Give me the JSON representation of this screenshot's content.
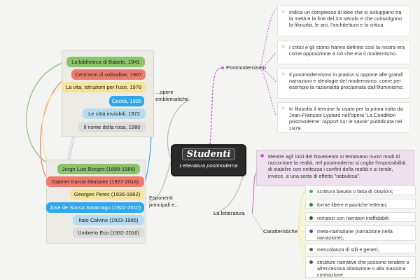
{
  "central": {
    "title": "Studenti",
    "subtitle": "Letteratura postmoderna"
  },
  "postmodernismo": {
    "label": "Postmodernismo",
    "cards": [
      "Indica un complesso di idee che si sviluppano tra la metà e la fine del XX secolo e che coinvolgono la filosofia, le arti, l'architettura e la critica.",
      "I critici e gli storici hanno definito così la nostra era come opposizione a ciò che era il modernismo.",
      "Il postmodernismo in pratica si oppone alle grandi narrazioni e ideologie del modernismo, come per esempio la razionalità proclamata dall'Illuminismo.",
      "In filosofia il termine fu usato per la prima volta da Jean-François Lyotard nell'opera 'La Condition postmoderne: rapport sur le savoir' pubblicata nel 1979."
    ]
  },
  "opere": {
    "label": "...opere emblematiche",
    "items": [
      {
        "text": "La biblioteca di Babele, 1941",
        "color": "#8cc46a"
      },
      {
        "text": "Cent'anni di solitudine, 1967",
        "color": "#ee7b6e"
      },
      {
        "text": "La vita, istruzioni per l'uso, 1978",
        "color": "#f5e39a"
      },
      {
        "text": "Cecità, 1995",
        "color": "#2ea8ea"
      },
      {
        "text": "Le città invisibili, 1972",
        "color": "#b6dcf0"
      },
      {
        "text": "Il nome della rosa, 1980",
        "color": "#dcdcdc"
      }
    ]
  },
  "esponenti": {
    "label": "Esponenti principali e...",
    "items": [
      {
        "text": "Jorge Luis Borges (1899-1986)",
        "color": "#8cc46a"
      },
      {
        "text": "Gabriel Garcia Marquez (1927-2014)",
        "color": "#ee7b6e"
      },
      {
        "text": "Georges Perec (1936-1982)",
        "color": "#f5e39a"
      },
      {
        "text": "Jose de Sousa Saramago (1922-2010)",
        "color": "#2ea8ea"
      },
      {
        "text": "Italo Calvino (1923-1985)",
        "color": "#b6dcf0"
      },
      {
        "text": "Umberto Eco (1932-2016)",
        "color": "#dcdcdc"
      }
    ]
  },
  "letteratura": {
    "label": "La letteratura",
    "intro": "Mentre agli inizi del Novecento si tentavano nuovi modi di raccontare la realtà, nel postmoderno si coglie l'impossibilità di stabilire con nettezza i confini della realtà e si tende, invece, a una sorta di effetto \"nebulosa\".",
    "caratteristiche_label": "Caratteristiche",
    "features": [
      {
        "text": "scrittura basata o fatta di citazioni;",
        "dot": "#4caf50"
      },
      {
        "text": "forme libere e pastiche letterari;",
        "dot": "#2e7d32"
      },
      {
        "text": "romanzi con narratori inaffidabili;",
        "dot": "#1b5e20"
      },
      {
        "text": "meta-narrazione (narrazione nella narrazione);",
        "dot": "#3f51b5"
      },
      {
        "text": "mescolanza di stili e generi;",
        "dot": "#795548"
      },
      {
        "text": "strutture narrative che possono tendere o all'eccessiva dilatazione o alla massima contrazione.",
        "dot": "#6d4c41"
      }
    ]
  },
  "colors": {
    "postmodernismo_line": "#c45cc8",
    "letteratura_line": "#e0e07a",
    "intro_bg": "#efe0ef"
  }
}
